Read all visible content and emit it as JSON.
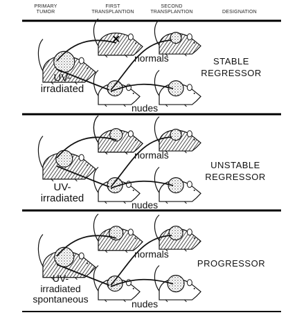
{
  "headers": {
    "primary_tumor": "PRIMARY\nTUMOR",
    "first_transplantion": "FIRST\nTRANSPLANTION",
    "second_transplantion": "SECOND\nTRANSPLANTION",
    "designation": "DESIGNATION"
  },
  "panels": [
    {
      "source_label": "UV-\nirradiated",
      "normals_label": "normals",
      "nudes_label": "nudes",
      "designation": "STABLE\nREGRESSOR",
      "icons": [
        "mouse-with-tumor-icon",
        "mouse-regressed-x-icon",
        "mouse-with-tumor-icon",
        "mouse-with-tumor-icon",
        "mouse-with-tumor-icon"
      ]
    },
    {
      "source_label": "UV-\nirradiated",
      "normals_label": "normals",
      "nudes_label": "nudes",
      "designation": "UNSTABLE\nREGRESSOR",
      "icons": [
        "mouse-with-tumor-icon",
        "mouse-regressed-x-icon",
        "mouse-with-tumor-icon",
        "mouse-with-tumor-icon",
        "mouse-with-tumor-icon"
      ]
    },
    {
      "source_label": "UV-\nirradiated\nspontaneous",
      "normals_label": "normals",
      "nudes_label": "nudes",
      "designation": "PROGRESSOR",
      "icons": [
        "mouse-with-tumor-icon",
        "mouse-with-tumor-icon",
        "mouse-with-tumor-icon",
        "mouse-with-tumor-icon",
        "mouse-with-tumor-icon"
      ]
    }
  ]
}
